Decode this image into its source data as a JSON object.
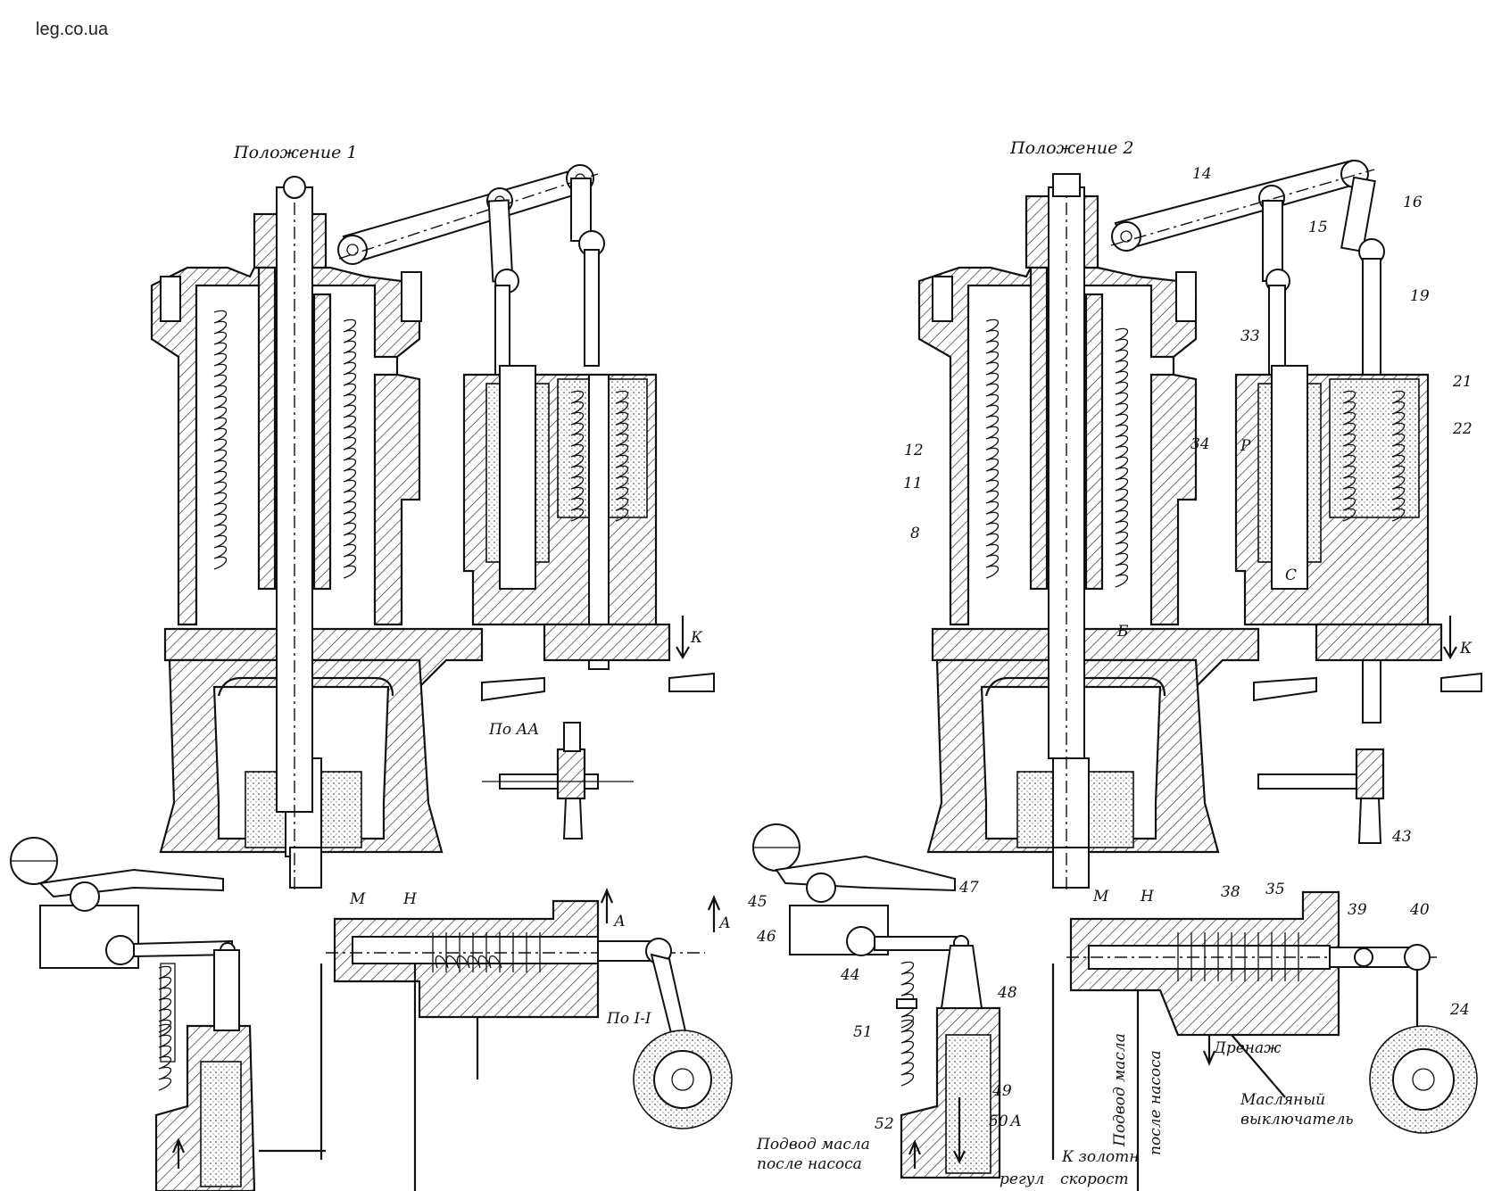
{
  "site": "leg.co.ua",
  "titles": {
    "position1": "Положение 1",
    "position2": "Положение 2"
  },
  "section_labels": {
    "aa": "По АА",
    "one_one": "По I-I"
  },
  "letters": {
    "k1": "К",
    "k2": "К",
    "a1": "А",
    "a2": "А",
    "m1": "М",
    "n1": "Н",
    "m2": "М",
    "n2": "Н",
    "p": "Р",
    "c": "С",
    "b": "Б",
    "a3": "А"
  },
  "numbers": {
    "n8": "8",
    "n11": "11",
    "n12": "12",
    "n14": "14",
    "n15": "15",
    "n16": "16",
    "n19": "19",
    "n21": "21",
    "n22": "22",
    "n24": "24",
    "n33": "33",
    "n34": "34",
    "n35": "35",
    "n38": "38",
    "n39": "39",
    "n40": "40",
    "n43": "43",
    "n44": "44",
    "n45": "45",
    "n46": "46",
    "n47": "47",
    "n48": "48",
    "n49": "49",
    "n50": "50",
    "n51": "51",
    "n52": "52"
  },
  "notes": {
    "supply_1": "Подвод масла",
    "supply_2": "после насоса",
    "supply_v1": "Подвод масла",
    "supply_v2": "после насоса",
    "drain": "Дренаж",
    "oil_switch_1": "Масляный",
    "oil_switch_2": "выключатель",
    "to_spool_1": "К золотн",
    "to_spool_2": "скорост",
    "regul": "регул"
  }
}
